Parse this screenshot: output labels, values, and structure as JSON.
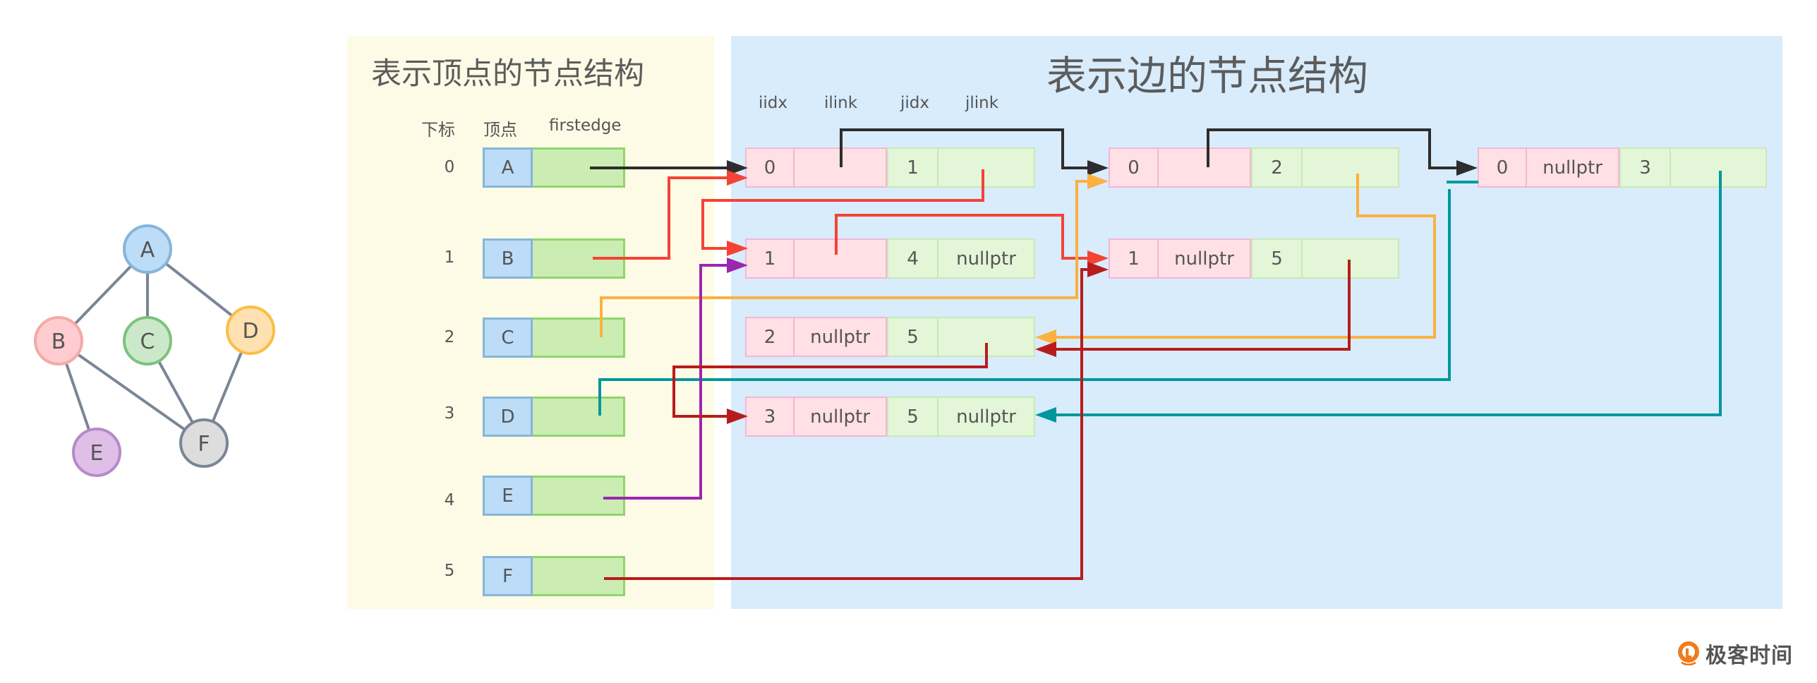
{
  "graph": {
    "nodes": [
      {
        "id": "A",
        "fill": "#bcdcf8",
        "stroke": "#86b6d8"
      },
      {
        "id": "B",
        "fill": "#ffccd0",
        "stroke": "#f4a9a6"
      },
      {
        "id": "C",
        "fill": "#cbe8cb",
        "stroke": "#7dc27d"
      },
      {
        "id": "D",
        "fill": "#ffe0b0",
        "stroke": "#f9be45"
      },
      {
        "id": "E",
        "fill": "#dfbfe8",
        "stroke": "#b48bc8"
      },
      {
        "id": "F",
        "fill": "#dddddd",
        "stroke": "#7a8696"
      }
    ],
    "edges": [
      [
        "A",
        "B"
      ],
      [
        "A",
        "C"
      ],
      [
        "A",
        "D"
      ],
      [
        "B",
        "E"
      ],
      [
        "B",
        "F"
      ],
      [
        "C",
        "F"
      ],
      [
        "D",
        "F"
      ]
    ],
    "edge_color": "#7a8696"
  },
  "vertex_panel": {
    "title": "表示顶点的节点结构",
    "headers": {
      "index": "下标",
      "vertex": "顶点",
      "firstedge": "firstedge"
    },
    "rows": [
      {
        "index": "0",
        "vertex": "A"
      },
      {
        "index": "1",
        "vertex": "B"
      },
      {
        "index": "2",
        "vertex": "C"
      },
      {
        "index": "3",
        "vertex": "D"
      },
      {
        "index": "4",
        "vertex": "E"
      },
      {
        "index": "5",
        "vertex": "F"
      }
    ]
  },
  "edge_panel": {
    "title": "表示边的节点结构",
    "headers": {
      "iidx": "iidx",
      "ilink": "ilink",
      "jidx": "jidx",
      "jlink": "jlink"
    },
    "edges": [
      {
        "key": "e01",
        "iidx": "0",
        "ilink": "",
        "jidx": "1",
        "jlink": ""
      },
      {
        "key": "e02",
        "iidx": "0",
        "ilink": "",
        "jidx": "2",
        "jlink": ""
      },
      {
        "key": "e03",
        "iidx": "0",
        "ilink": "nullptr",
        "jidx": "3",
        "jlink": ""
      },
      {
        "key": "e14",
        "iidx": "1",
        "ilink": "",
        "jidx": "4",
        "jlink": "nullptr"
      },
      {
        "key": "e15",
        "iidx": "1",
        "ilink": "nullptr",
        "jidx": "5",
        "jlink": ""
      },
      {
        "key": "e25",
        "iidx": "2",
        "ilink": "nullptr",
        "jidx": "5",
        "jlink": ""
      },
      {
        "key": "e35",
        "iidx": "3",
        "ilink": "nullptr",
        "jidx": "5",
        "jlink": "nullptr"
      }
    ]
  },
  "pointers": [
    {
      "from": "A.firstedge",
      "to": "e01",
      "color": "#2d2d2d"
    },
    {
      "from": "e01.ilink",
      "to": "e02",
      "color": "#2d2d2d"
    },
    {
      "from": "e02.ilink",
      "to": "e03",
      "color": "#2d2d2d"
    },
    {
      "from": "B.firstedge",
      "to": "e01",
      "color": "#f44336"
    },
    {
      "from": "e01.jlink",
      "to": "e14",
      "color": "#f44336"
    },
    {
      "from": "e14.ilink",
      "to": "e15",
      "color": "#f44336"
    },
    {
      "from": "C.firstedge",
      "to": "e02",
      "color": "#fbb040"
    },
    {
      "from": "e02.jlink",
      "to": "e25",
      "color": "#fbb040"
    },
    {
      "from": "D.firstedge",
      "to": "e03",
      "color": "#00979c"
    },
    {
      "from": "e03.jlink",
      "to": "e35",
      "color": "#00979c"
    },
    {
      "from": "E.firstedge",
      "to": "e14",
      "color": "#9c27b0"
    },
    {
      "from": "F.firstedge",
      "to": "e15",
      "color": "#b71c1c"
    },
    {
      "from": "e15.jlink",
      "to": "e25",
      "color": "#b71c1c"
    },
    {
      "from": "e25.jlink",
      "to": "e35",
      "color": "#b71c1c"
    }
  ],
  "logo": {
    "text": "极客时间",
    "color": "#f07c1e"
  }
}
